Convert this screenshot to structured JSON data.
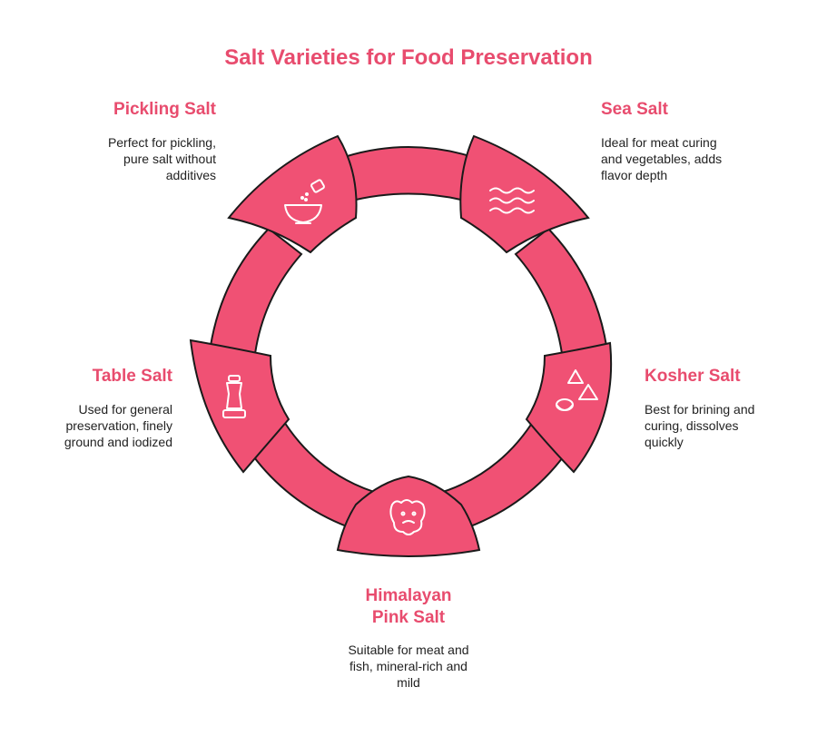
{
  "title": "Salt Varieties for Food Preservation",
  "colors": {
    "accent": "#e84c6e",
    "segment": "#f05174",
    "stroke": "#1a1a1a"
  },
  "items": [
    {
      "name": "Pickling Salt",
      "icon": "salt-shaker-bowl-icon",
      "desc": [
        "Perfect for pickling,",
        "pure salt without",
        "additives"
      ]
    },
    {
      "name": "Sea Salt",
      "icon": "waves-icon",
      "desc": [
        "Ideal for meat curing",
        "and vegetables, adds",
        "flavor depth"
      ]
    },
    {
      "name": "Kosher Salt",
      "icon": "salt-crystals-icon",
      "desc": [
        "Best for brining and",
        "curing, dissolves",
        "quickly"
      ]
    },
    {
      "name_lines": [
        "Himalayan",
        "Pink Salt"
      ],
      "icon": "pink-salt-rock-icon",
      "desc": [
        "Suitable for meat and",
        "fish, mineral-rich and",
        "mild"
      ]
    },
    {
      "name": "Table Salt",
      "icon": "pepper-mill-icon",
      "desc": [
        "Used for general",
        "preservation, finely",
        "ground and iodized"
      ]
    }
  ]
}
